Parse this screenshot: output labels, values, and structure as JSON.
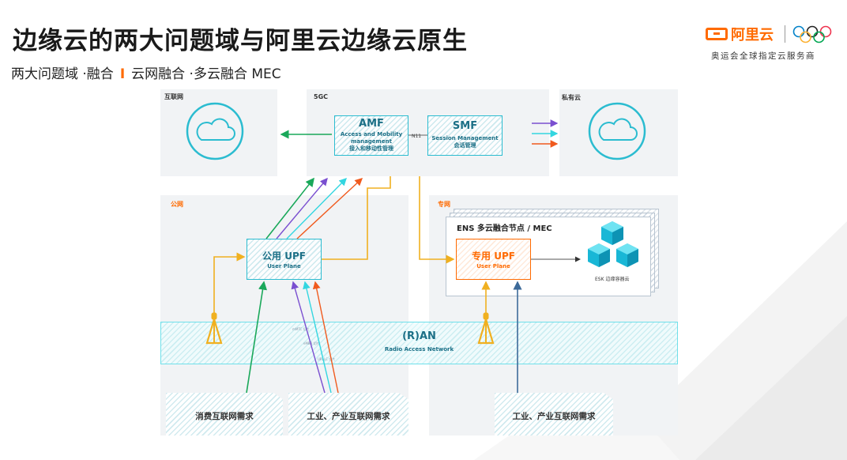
{
  "header": {
    "title": "边缘云的两大问题域与阿里云边缘云原生",
    "subtitle_left": "两大问题域 ·融合",
    "subtitle_sep": "I",
    "subtitle_right": "云网融合 ·多云融合 MEC"
  },
  "brand": {
    "name": "阿里云",
    "tagline": "奥运会全球指定云服务商"
  },
  "diagram": {
    "internet_label": "互联网",
    "sgc_label": "5GC",
    "private_cloud_label": "私有云",
    "public_net_label": "公网",
    "private_net_label": "专网",
    "amf": {
      "title": "AMF",
      "line1": "Access and Mobility",
      "line2": "management",
      "line3": "接入和移动性管理"
    },
    "n11_label": "N11",
    "smf": {
      "title": "SMF",
      "line1": "Session Management",
      "line2": "会话管理"
    },
    "public_upf": {
      "title": "公用 UPF",
      "sub": "User Plane"
    },
    "private_upf": {
      "title": "专用 UPF",
      "sub": "User Plane"
    },
    "ens_label": "ENS 多云融合节点 / MEC",
    "esk_label": "ESK 边缘容器云",
    "ran": {
      "title": "(R)AN",
      "sub": "Radio Access Network"
    },
    "slice_labels": [
      "mMTC 切片",
      "eMBB 切片",
      "URLLC 切片"
    ],
    "demands": [
      "消费互联网需求",
      "工业、产业互联网需求",
      "工业、产业互联网需求"
    ]
  },
  "colors": {
    "brand_orange": "#ff6a00",
    "teal": "#2bbcd0",
    "green": "#1aa85a",
    "purple": "#7a4fd0",
    "cyan": "#33d6e0",
    "orange_red": "#f05a1e",
    "amber": "#f0b020",
    "steel_blue": "#3d6a99"
  }
}
